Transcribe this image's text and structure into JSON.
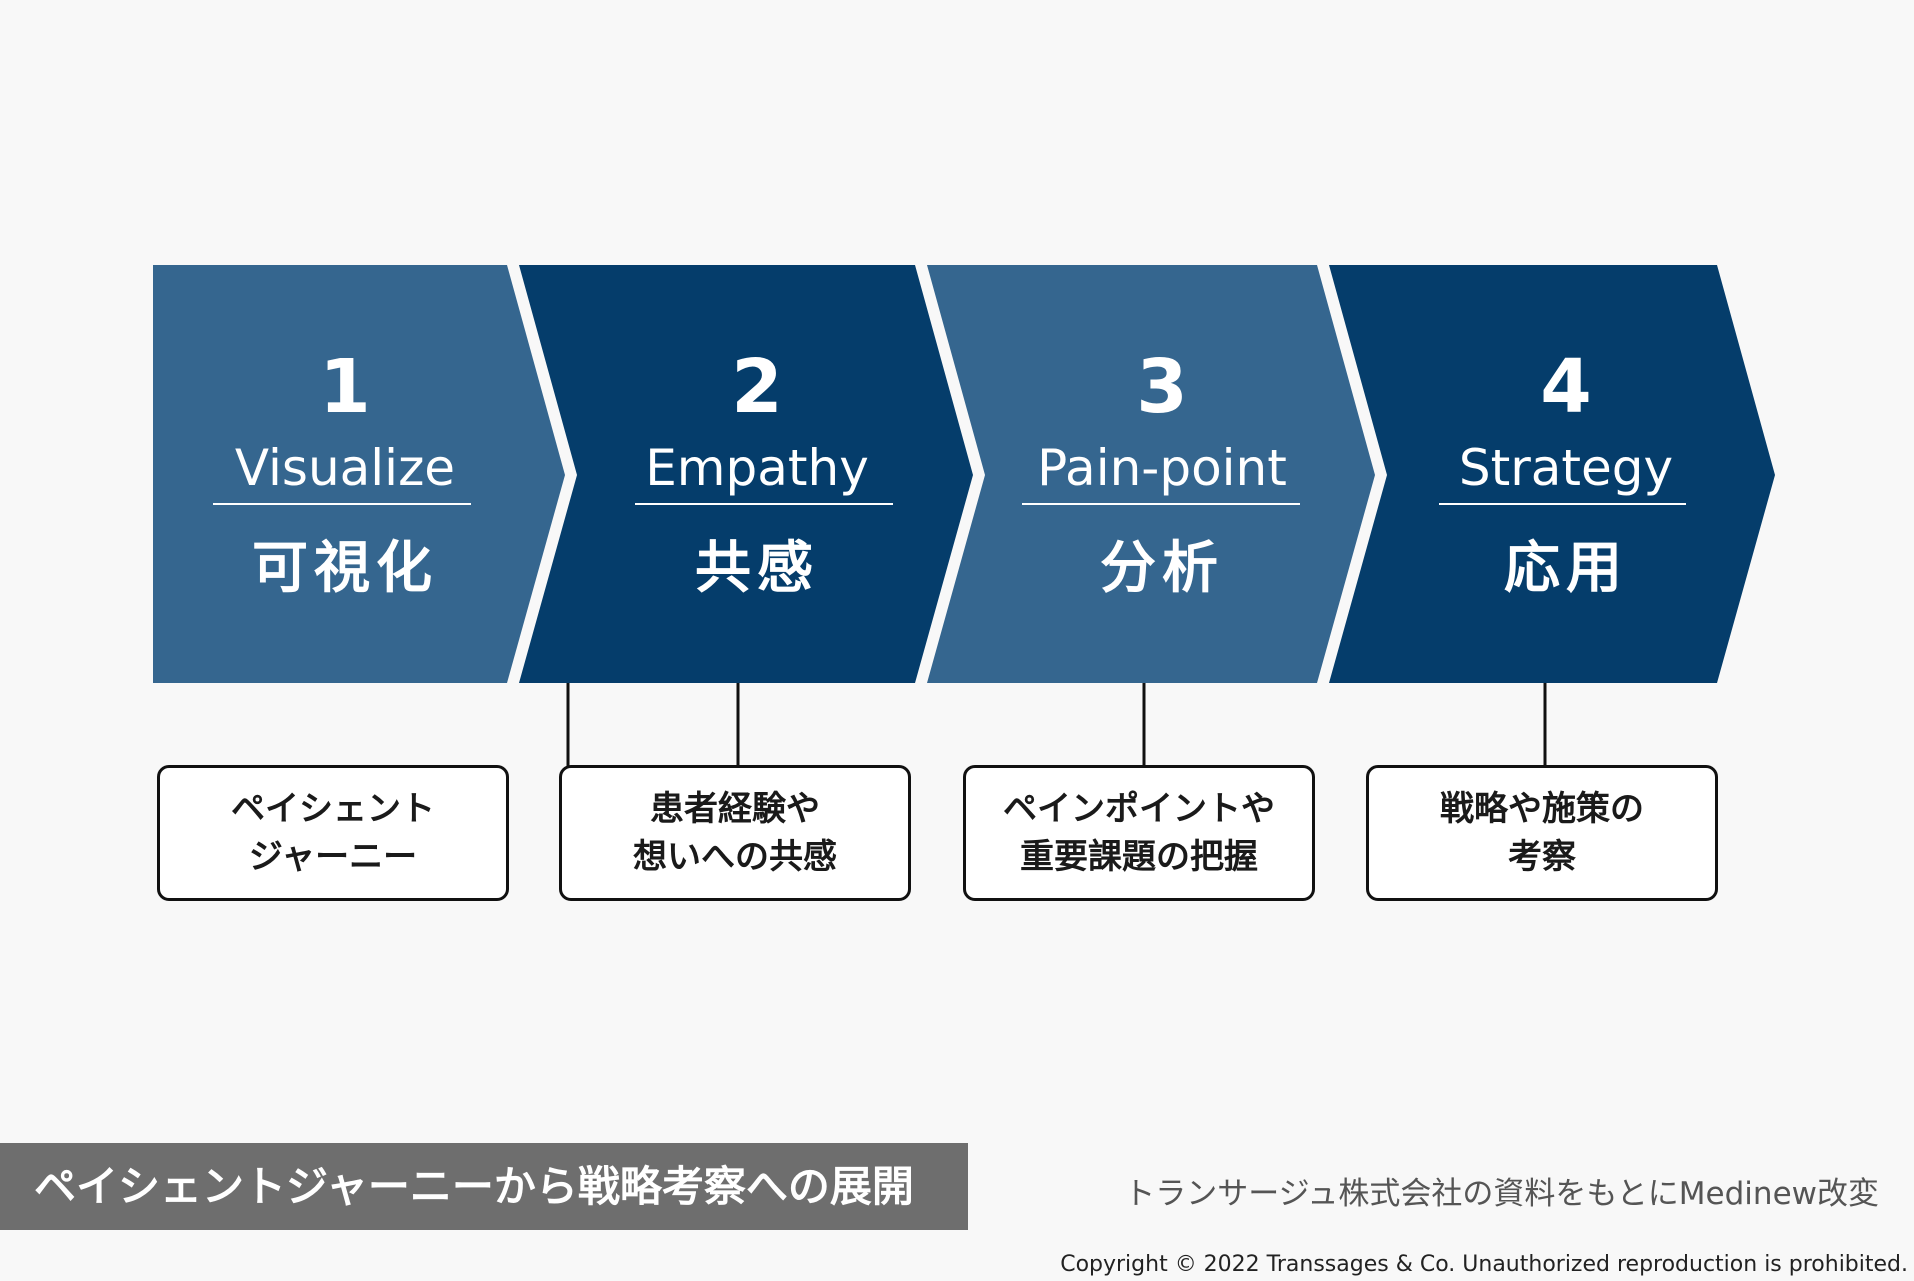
{
  "colors": {
    "step_light": "#35668f",
    "step_dark": "#053d6b",
    "background": "#f8f8f8",
    "connector": "#111111",
    "footer_band": "#6e6e6e"
  },
  "steps": [
    {
      "number": "1",
      "english": "Visualize",
      "japanese": "可視化",
      "note": [
        "ペイシェント",
        "ジャーニー"
      ]
    },
    {
      "number": "2",
      "english": "Empathy",
      "japanese": "共感",
      "note": [
        "患者経験や",
        "想いへの共感"
      ]
    },
    {
      "number": "3",
      "english": "Pain-point",
      "japanese": "分析",
      "note": [
        "ペインポイントや",
        "重要課題の把握"
      ]
    },
    {
      "number": "4",
      "english": "Strategy",
      "japanese": "応用",
      "note": [
        "戦略や施策の",
        "考察"
      ]
    }
  ],
  "footer": {
    "title": "ペイシェントジャーニーから戦略考察への展開",
    "source": "トランサージュ株式会社の資料をもとにMedinew改変",
    "copyright": "Copyright © 2022 Transsages & Co.   Unauthorized reproduction is prohibited."
  }
}
